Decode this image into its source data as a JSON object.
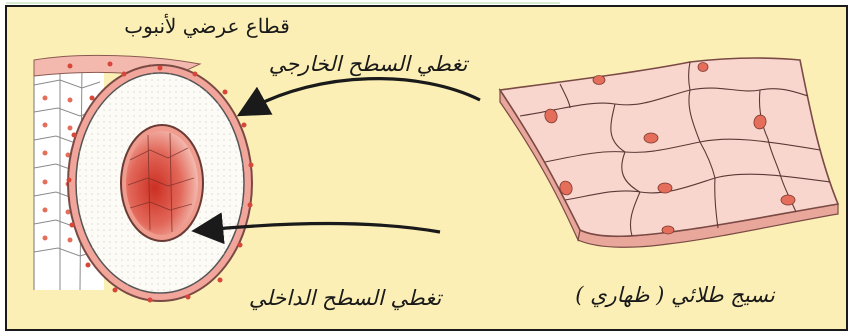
{
  "figure": {
    "background_color": "#fbefb5",
    "border_color": "#1a1a1a",
    "cell_fill": "#f8d4cc",
    "nucleus_fill": "#e46e5a",
    "lumen_fill": "#d8463a"
  },
  "labels": {
    "tube_cross_section": "قطاع عرضي لأنبوب",
    "outer_surface": "تغطي السطح الخارجي",
    "inner_surface": "تغطي السطح الداخلي",
    "tissue_name": "نسيج طلائي ( ظهاري )"
  },
  "icons": {
    "outer_arrow": "curved-arrow-left-icon",
    "inner_arrow": "curved-arrow-left-icon"
  }
}
